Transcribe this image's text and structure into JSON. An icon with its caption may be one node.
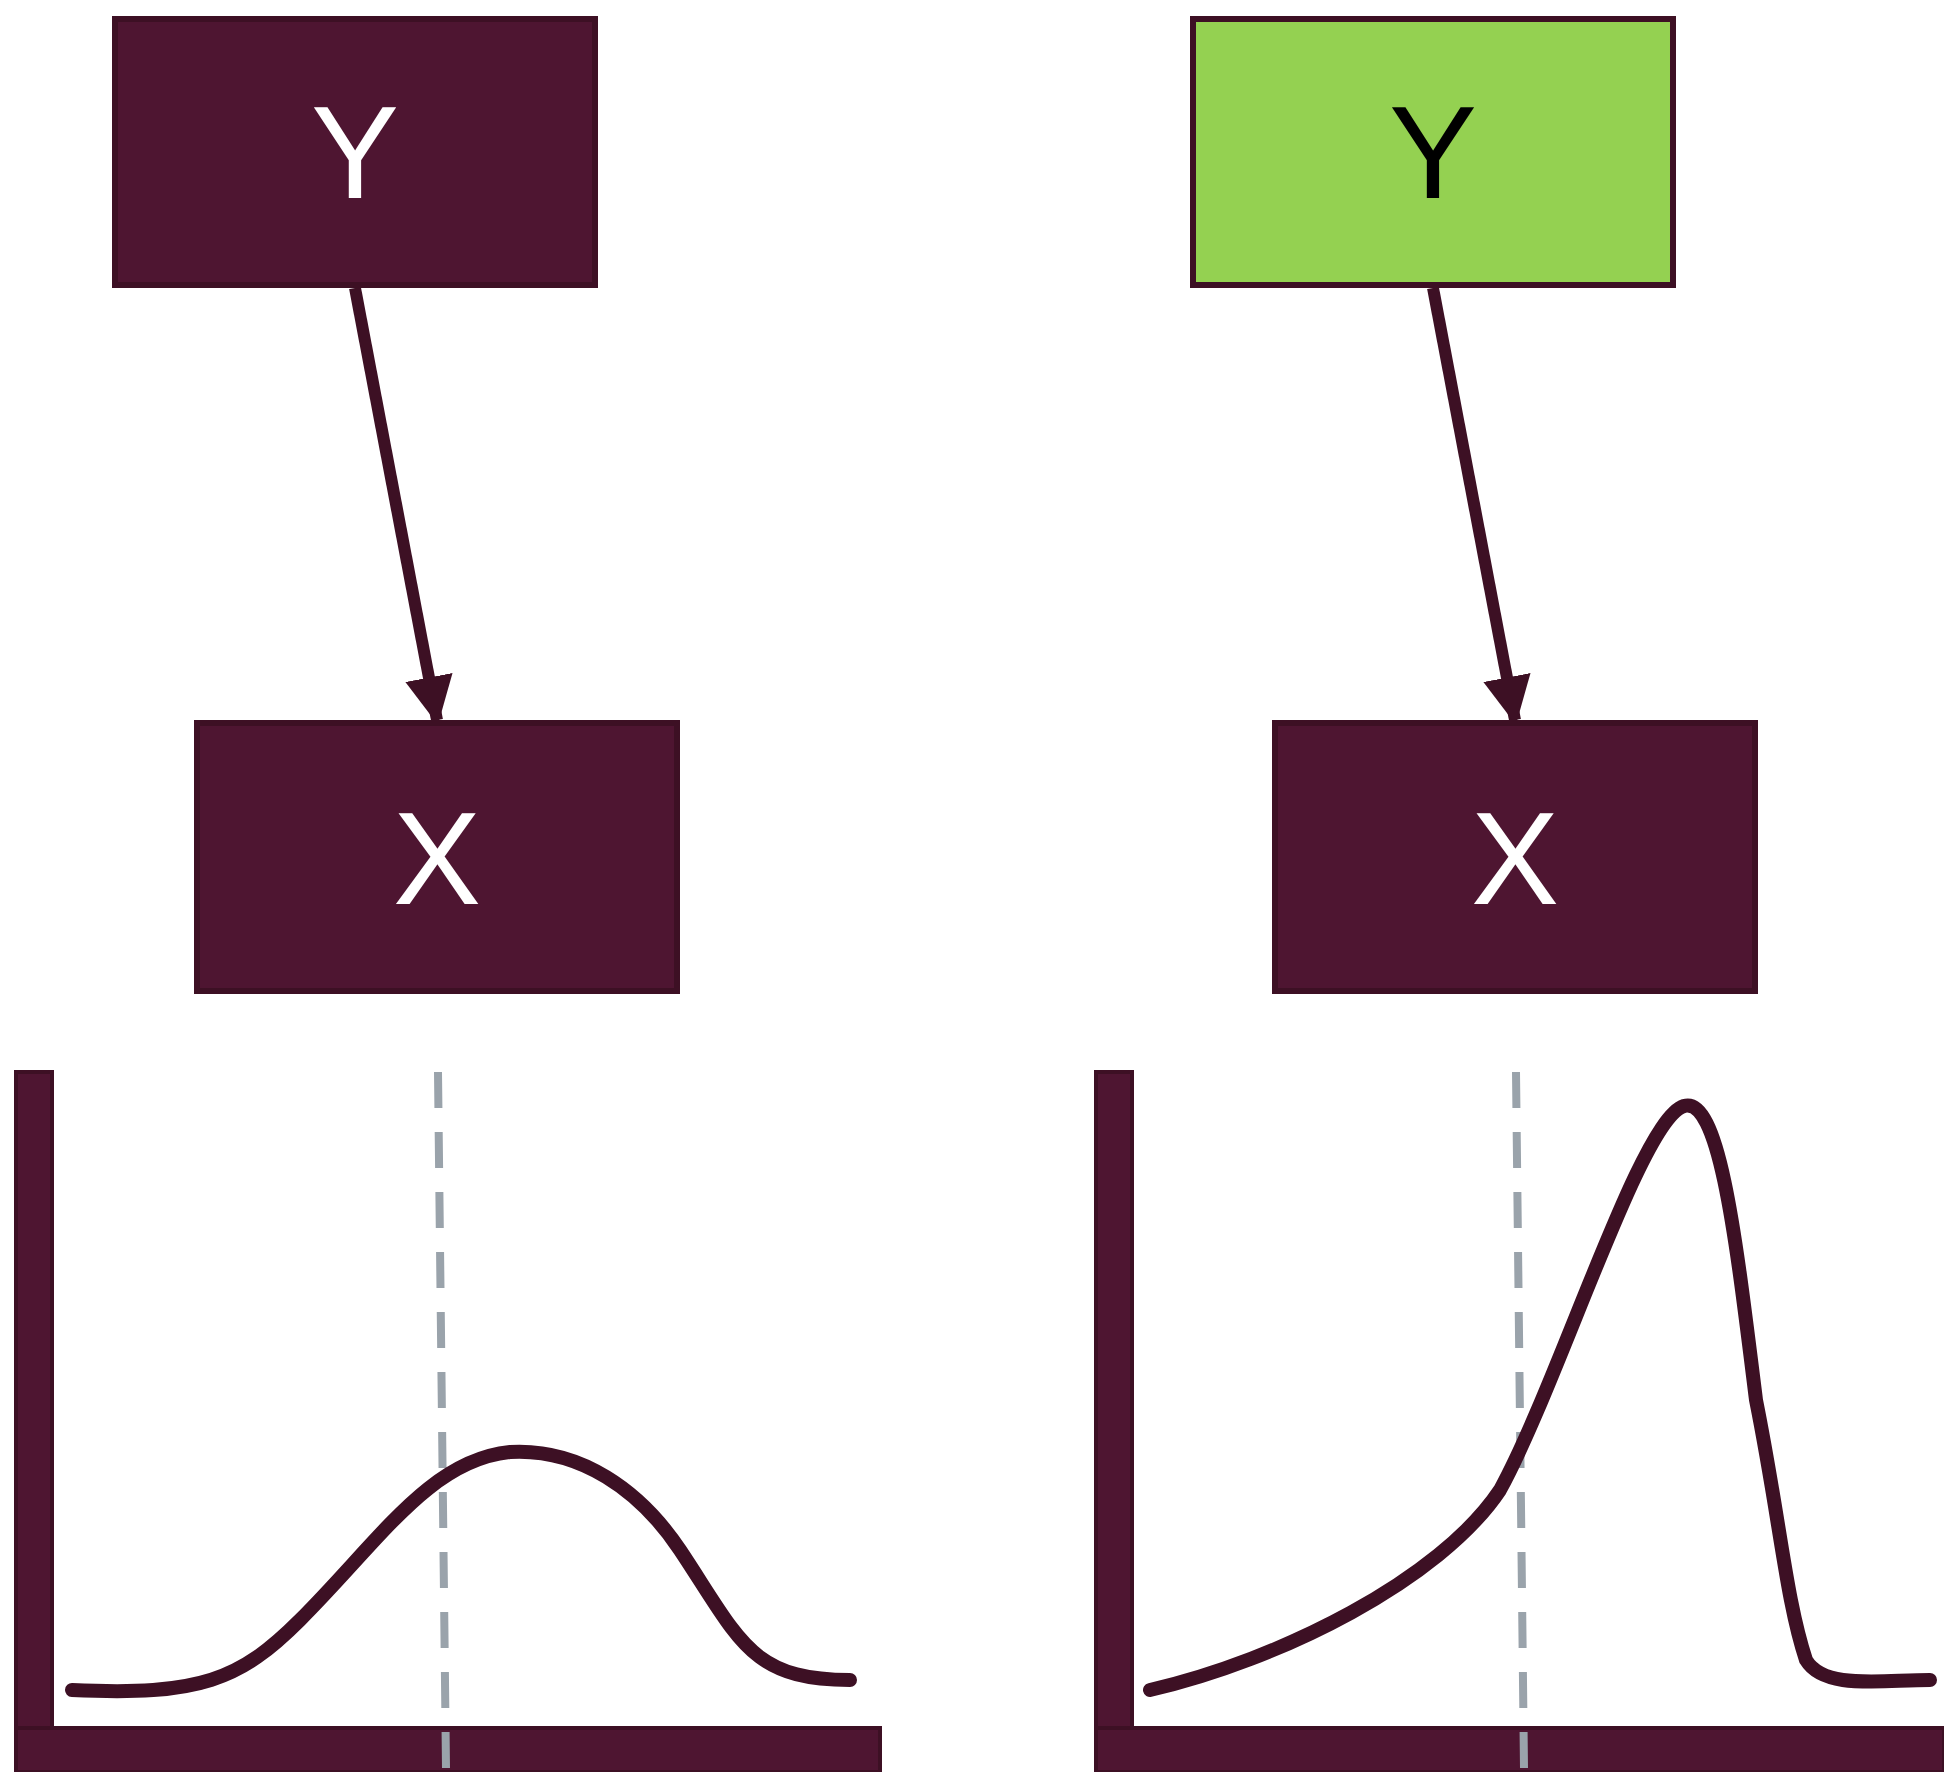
{
  "diagram": {
    "nodes": [
      {
        "text": [
          "Y"
        ]
      },
      {
        "text": [
          "X"
        ]
      },
      {
        "text": [
          "Y"
        ]
      },
      {
        "text": [
          "X"
        ]
      }
    ],
    "edges": [
      {
        "from": 0,
        "to": 1,
        "arrow": "to"
      },
      {
        "from": 2,
        "to": 3,
        "arrow": "to"
      }
    ]
  }
}
